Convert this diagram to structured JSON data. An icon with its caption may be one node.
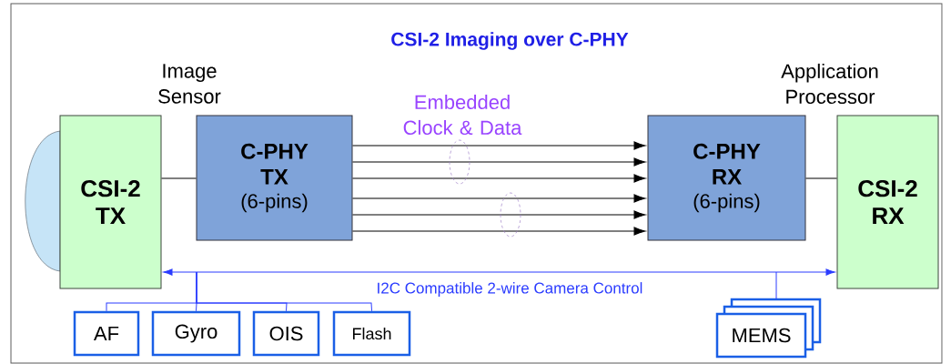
{
  "diagram": {
    "title": "CSI-2 Imaging over C-PHY",
    "nodes": [
      {
        "text": [
          "CSI-2 TX"
        ]
      },
      {
        "text": [
          "C-PHY TX",
          "(6-pins)"
        ]
      },
      {
        "text": [
          "C-PHY RX",
          "(6-pins)"
        ]
      },
      {
        "text": [
          "CSI-2 RX"
        ]
      },
      {
        "text": [
          "AF"
        ]
      },
      {
        "text": [
          "Gyro"
        ]
      },
      {
        "text": [
          "OIS"
        ]
      },
      {
        "text": [
          "Flash"
        ]
      },
      {
        "text": [
          "MEMS"
        ]
      }
    ],
    "edges": [
      {
        "from": 0,
        "to": 1,
        "arrow": "none"
      },
      {
        "from": 1,
        "to": 2,
        "arrow": "to"
      },
      {
        "from": 1,
        "to": 2,
        "arrow": "to"
      },
      {
        "from": 1,
        "to": 2,
        "arrow": "to"
      },
      {
        "from": 1,
        "to": 2,
        "arrow": "to"
      },
      {
        "from": 1,
        "to": 2,
        "arrow": "to"
      },
      {
        "from": 1,
        "to": 2,
        "arrow": "to"
      },
      {
        "from": 2,
        "to": 3,
        "arrow": "none"
      },
      {
        "from": 0,
        "to": 3,
        "arrow": "both",
        "label": "I2C Compatible 2-wire Camera Control",
        "color": "#2b3cff"
      },
      {
        "from": 4,
        "to": null,
        "arrow": "none",
        "color": "#2b3cff"
      },
      {
        "from": 5,
        "to": null,
        "arrow": "none",
        "color": "#2b3cff"
      },
      {
        "from": 6,
        "to": null,
        "arrow": "none",
        "color": "#2b3cff"
      },
      {
        "from": 7,
        "to": null,
        "arrow": "none",
        "color": "#2b3cff"
      },
      {
        "from": 8,
        "to": null,
        "arrow": "none",
        "color": "#2b3cff"
      }
    ],
    "labels": [
      "Image Sensor",
      "Application Processor",
      "Embedded Clock & Data"
    ]
  }
}
